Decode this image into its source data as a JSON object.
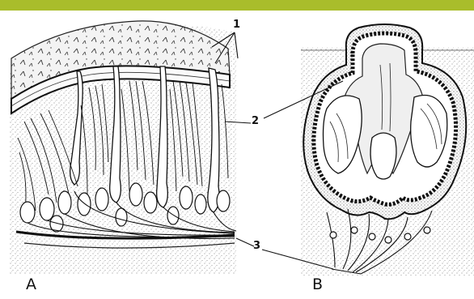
{
  "colors": {
    "accent_bar": "#a9bd2b",
    "ink": "#111111",
    "paper": "#ffffff",
    "stipple": "#6e6e6e",
    "mucus": "#efefef"
  },
  "labels": {
    "pointer_1": "1",
    "pointer_2": "2",
    "pointer_3": "3",
    "panel_a": "A",
    "panel_b": "B"
  }
}
